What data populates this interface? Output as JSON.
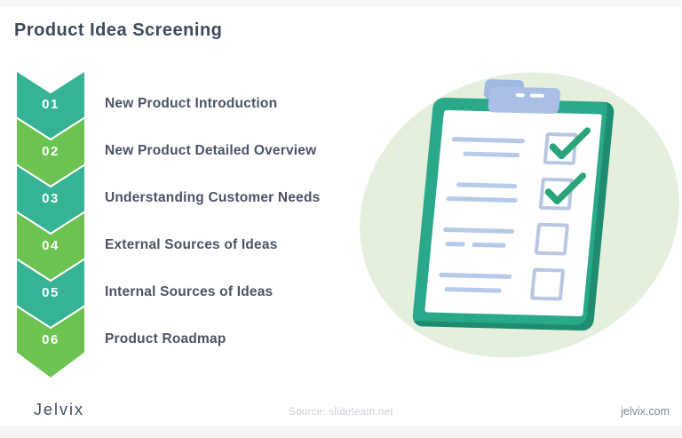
{
  "title": "Product Idea Screening",
  "steps": [
    {
      "num": "01",
      "label": "New Product Introduction",
      "color": "#35b394"
    },
    {
      "num": "02",
      "label": "New Product Detailed Overview",
      "color": "#6cc351"
    },
    {
      "num": "03",
      "label": "Understanding Customer Needs",
      "color": "#35b394"
    },
    {
      "num": "04",
      "label": "External Sources of Ideas",
      "color": "#6cc351"
    },
    {
      "num": "05",
      "label": "Internal Sources of Ideas",
      "color": "#35b394"
    },
    {
      "num": "06",
      "label": "Product Roadmap",
      "color": "#6cc351"
    }
  ],
  "illustration": {
    "name": "clipboard-checklist",
    "checklist": [
      {
        "checked": true
      },
      {
        "checked": true
      },
      {
        "checked": false
      },
      {
        "checked": false
      }
    ],
    "colors": {
      "frame": "#2aa98a",
      "frame_edge": "#1e8b70",
      "clip": "#a9bfe6",
      "paper_lines": "#b5c9e9",
      "checkbox_border": "#b9c6e2",
      "check": "#27a478",
      "background_blob": "#e4efdd"
    }
  },
  "footer": {
    "logo": "Jelvix",
    "source": "Source: slideteam.net",
    "website": "jelvix.com"
  }
}
